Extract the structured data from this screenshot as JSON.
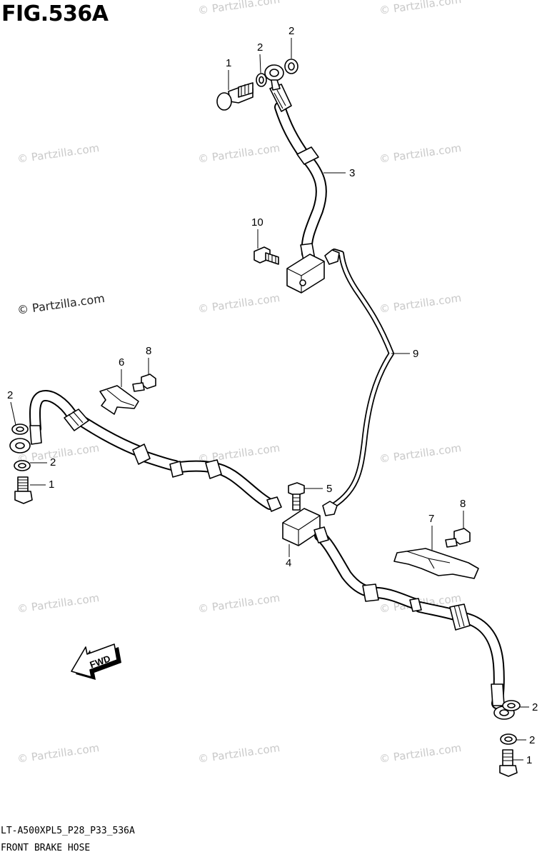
{
  "figure": {
    "title": "FIG.536A",
    "model_code": "LT-A500XPL5_P28_P33_536A",
    "caption": "FRONT BRAKE HOSE"
  },
  "watermark": {
    "text": "© Partzilla.com"
  },
  "direction_arrow": {
    "label": "FWD"
  },
  "callouts": [
    {
      "id": "c-1-top",
      "label": "1",
      "part": "union bolt"
    },
    {
      "id": "c-2-top-a",
      "label": "2",
      "part": "gasket"
    },
    {
      "id": "c-2-top-b",
      "label": "2",
      "part": "gasket"
    },
    {
      "id": "c-3",
      "label": "3",
      "part": "upper brake hose"
    },
    {
      "id": "c-10",
      "label": "10",
      "part": "joint bolt"
    },
    {
      "id": "c-9",
      "label": "9",
      "part": "brake pipe"
    },
    {
      "id": "c-6",
      "label": "6",
      "part": "hose clamp left"
    },
    {
      "id": "c-8-left",
      "label": "8",
      "part": "clamp bolt"
    },
    {
      "id": "c-2-left-a",
      "label": "2",
      "part": "gasket"
    },
    {
      "id": "c-2-left-b",
      "label": "2",
      "part": "gasket"
    },
    {
      "id": "c-1-left",
      "label": "1",
      "part": "union bolt"
    },
    {
      "id": "c-5",
      "label": "5",
      "part": "joint mounting bolt"
    },
    {
      "id": "c-4",
      "label": "4",
      "part": "brake hose joint"
    },
    {
      "id": "c-7",
      "label": "7",
      "part": "hose clamp right"
    },
    {
      "id": "c-8-right",
      "label": "8",
      "part": "clamp bolt"
    },
    {
      "id": "c-2-right-a",
      "label": "2",
      "part": "gasket"
    },
    {
      "id": "c-2-right-b",
      "label": "2",
      "part": "gasket"
    },
    {
      "id": "c-1-right",
      "label": "1",
      "part": "union bolt"
    }
  ]
}
